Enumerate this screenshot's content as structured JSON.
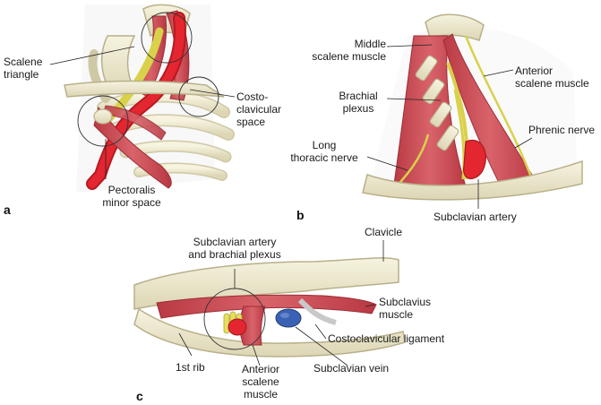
{
  "panels": {
    "a": {
      "letter": "a",
      "scalene_triangle": "Scalene\ntriangle",
      "costoclavicular_space": "Costo-\nclavicular\nspace",
      "pectoralis_minor_space": "Pectoralis\nminor space"
    },
    "b": {
      "letter": "b",
      "middle_scalene": "Middle\nscalene muscle",
      "anterior_scalene": "Anterior\nscalene muscle",
      "brachial_plexus": "Brachial\nplexus",
      "phrenic_nerve": "Phrenic nerve",
      "long_thoracic_nerve": "Long\nthoracic nerve",
      "subclavian_artery": "Subclavian artery"
    },
    "c": {
      "letter": "c",
      "clavicle": "Clavicle",
      "subclavian_artery_plexus": "Subclavian artery\nand brachial plexus",
      "subclavius_muscle": "Subclavius\nmuscle",
      "costoclavicular_ligament": "Costoclavicular ligament",
      "first_rib": "1st rib",
      "anterior_scalene": "Anterior\nscalene\nmuscle",
      "subclavian_vein": "Subclavian vein"
    }
  },
  "colors": {
    "muscle": "#c8424a",
    "artery": "#e0202a",
    "bone": "#f1ecd0",
    "nerve": "#e6e05a",
    "vein": "#3a62b4"
  }
}
